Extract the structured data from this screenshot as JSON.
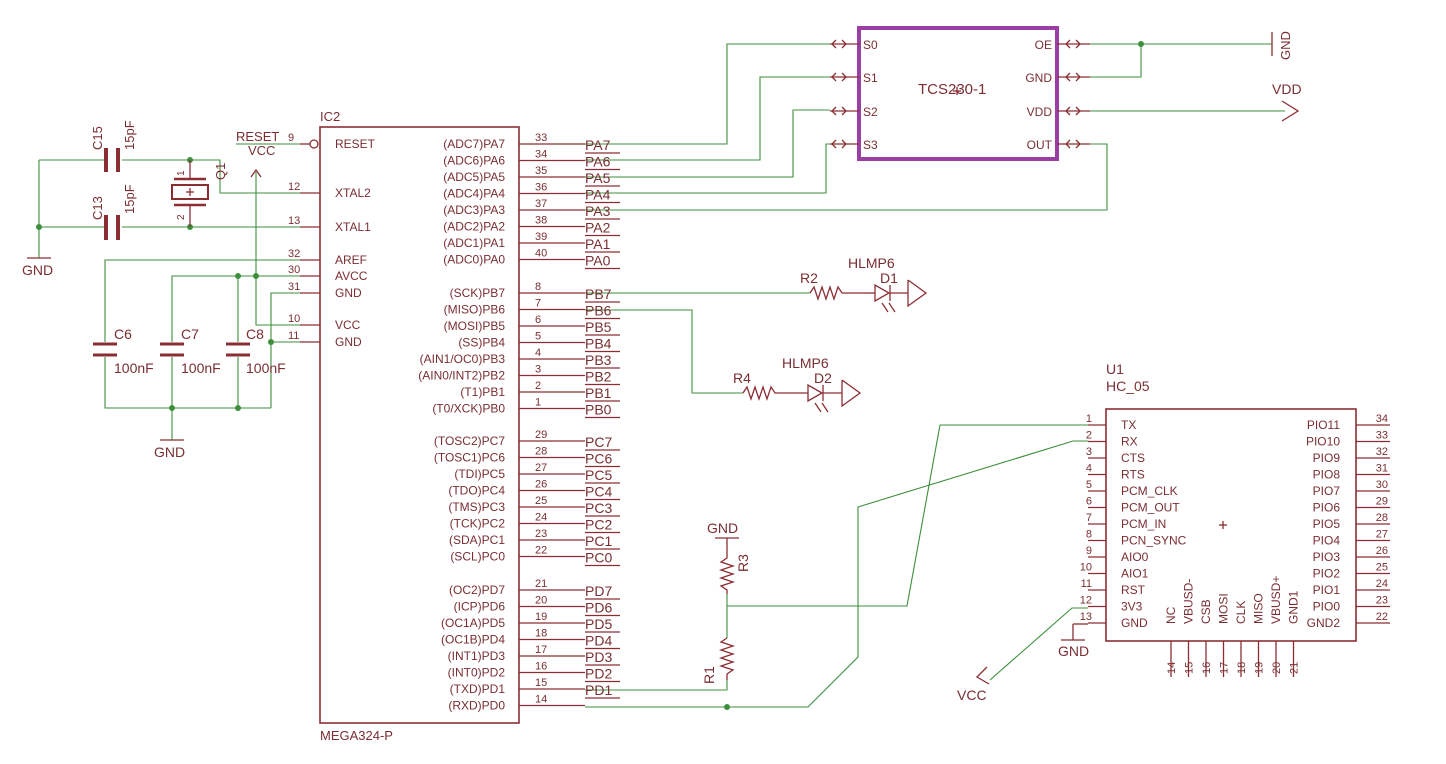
{
  "ic2": {
    "name": "IC2",
    "value": "MEGA324-P",
    "left_pins": [
      {
        "num": "9",
        "label": "RESET"
      },
      {
        "num": "12",
        "label": "XTAL2"
      },
      {
        "num": "13",
        "label": "XTAL1"
      },
      {
        "num": "32",
        "label": "AREF"
      },
      {
        "num": "30",
        "label": "AVCC"
      },
      {
        "num": "31",
        "label": "GND"
      },
      {
        "num": "10",
        "label": "VCC"
      },
      {
        "num": "11",
        "label": "GND"
      }
    ],
    "right_pins": [
      {
        "num": "33",
        "label": "(ADC7)PA7",
        "net": "PA7"
      },
      {
        "num": "34",
        "label": "(ADC6)PA6",
        "net": "PA6"
      },
      {
        "num": "35",
        "label": "(ADC5)PA5",
        "net": "PA5"
      },
      {
        "num": "36",
        "label": "(ADC4)PA4",
        "net": "PA4"
      },
      {
        "num": "37",
        "label": "(ADC3)PA3",
        "net": "PA3"
      },
      {
        "num": "38",
        "label": "(ADC2)PA2",
        "net": "PA2"
      },
      {
        "num": "39",
        "label": "(ADC1)PA1",
        "net": "PA1"
      },
      {
        "num": "40",
        "label": "(ADC0)PA0",
        "net": "PA0"
      },
      {
        "num": "8",
        "label": "(SCK)PB7",
        "net": "PB7"
      },
      {
        "num": "7",
        "label": "(MISO)PB6",
        "net": "PB6"
      },
      {
        "num": "6",
        "label": "(MOSI)PB5",
        "net": "PB5"
      },
      {
        "num": "5",
        "label": "(SS)PB4",
        "net": "PB4"
      },
      {
        "num": "4",
        "label": "(AIN1/OC0)PB3",
        "net": "PB3"
      },
      {
        "num": "3",
        "label": "(AIN0/INT2)PB2",
        "net": "PB2"
      },
      {
        "num": "2",
        "label": "(T1)PB1",
        "net": "PB1"
      },
      {
        "num": "1",
        "label": "(T0/XCK)PB0",
        "net": "PB0"
      },
      {
        "num": "29",
        "label": "(TOSC2)PC7",
        "net": "PC7"
      },
      {
        "num": "28",
        "label": "(TOSC1)PC6",
        "net": "PC6"
      },
      {
        "num": "27",
        "label": "(TDI)PC5",
        "net": "PC5"
      },
      {
        "num": "26",
        "label": "(TDO)PC4",
        "net": "PC4"
      },
      {
        "num": "25",
        "label": "(TMS)PC3",
        "net": "PC3"
      },
      {
        "num": "24",
        "label": "(TCK)PC2",
        "net": "PC2"
      },
      {
        "num": "23",
        "label": "(SDA)PC1",
        "net": "PC1"
      },
      {
        "num": "22",
        "label": "(SCL)PC0",
        "net": "PC0"
      },
      {
        "num": "21",
        "label": "(OC2)PD7",
        "net": "PD7"
      },
      {
        "num": "20",
        "label": "(ICP)PD6",
        "net": "PD6"
      },
      {
        "num": "19",
        "label": "(OC1A)PD5",
        "net": "PD5"
      },
      {
        "num": "18",
        "label": "(OC1B)PD4",
        "net": "PD4"
      },
      {
        "num": "17",
        "label": "(INT1)PD3",
        "net": "PD3"
      },
      {
        "num": "16",
        "label": "(INT0)PD2",
        "net": "PD2"
      },
      {
        "num": "15",
        "label": "(TXD)PD1",
        "net": "PD1"
      },
      {
        "num": "14",
        "label": "(RXD)PD0",
        "net": ""
      }
    ],
    "reset_net": "RESET",
    "vcc_net": "VCC"
  },
  "sensor": {
    "name": "TCS230-1",
    "left_pins": [
      "S0",
      "S1",
      "S2",
      "S3"
    ],
    "right_pins": [
      "OE",
      "GND",
      "VDD",
      "OUT"
    ],
    "gnd_label": "GND",
    "vdd_label": "VDD"
  },
  "bt": {
    "name": "U1",
    "value": "HC_05",
    "left_pins": [
      {
        "num": "1",
        "label": "TX"
      },
      {
        "num": "2",
        "label": "RX"
      },
      {
        "num": "3",
        "label": "CTS"
      },
      {
        "num": "4",
        "label": "RTS"
      },
      {
        "num": "5",
        "label": "PCM_CLK"
      },
      {
        "num": "6",
        "label": "PCM_OUT"
      },
      {
        "num": "7",
        "label": "PCM_IN"
      },
      {
        "num": "8",
        "label": "PCN_SYNC"
      },
      {
        "num": "9",
        "label": "AIO0"
      },
      {
        "num": "10",
        "label": "AIO1"
      },
      {
        "num": "11",
        "label": "RST"
      },
      {
        "num": "12",
        "label": "3V3"
      },
      {
        "num": "13",
        "label": "GND"
      }
    ],
    "right_pins": [
      {
        "num": "34",
        "label": "PIO11"
      },
      {
        "num": "33",
        "label": "PIO10"
      },
      {
        "num": "32",
        "label": "PIO9"
      },
      {
        "num": "31",
        "label": "PIO8"
      },
      {
        "num": "30",
        "label": "PIO7"
      },
      {
        "num": "29",
        "label": "PIO6"
      },
      {
        "num": "28",
        "label": "PIO5"
      },
      {
        "num": "27",
        "label": "PIO4"
      },
      {
        "num": "26",
        "label": "PIO3"
      },
      {
        "num": "25",
        "label": "PIO2"
      },
      {
        "num": "24",
        "label": "PIO1"
      },
      {
        "num": "23",
        "label": "PIO0"
      },
      {
        "num": "22",
        "label": "GND2"
      }
    ],
    "bottom_pins": [
      {
        "num": "14",
        "label": "NC"
      },
      {
        "num": "15",
        "label": "VBUSD-"
      },
      {
        "num": "16",
        "label": "CSB"
      },
      {
        "num": "17",
        "label": "MOSI"
      },
      {
        "num": "18",
        "label": "CLK"
      },
      {
        "num": "19",
        "label": "MISO"
      },
      {
        "num": "20",
        "label": "VBUSD+"
      },
      {
        "num": "21",
        "label": "GND1"
      }
    ],
    "gnd_label": "GND",
    "vcc_label": "VCC"
  },
  "parts": {
    "C15": {
      "name": "C15",
      "value": "15pF"
    },
    "C13": {
      "name": "C13",
      "value": "15pF"
    },
    "Q1": {
      "name": "Q1",
      "pin1": "1",
      "pin2": "2"
    },
    "C6": {
      "name": "C6",
      "value": "100nF"
    },
    "C7": {
      "name": "C7",
      "value": "100nF"
    },
    "C8": {
      "name": "C8",
      "value": "100nF"
    },
    "R2": {
      "name": "R2"
    },
    "D1": {
      "name": "D1",
      "value": "HLMP6"
    },
    "R4": {
      "name": "R4"
    },
    "D2": {
      "name": "D2",
      "value": "HLMP6"
    },
    "R3": {
      "name": "R3"
    },
    "R1": {
      "name": "R1"
    }
  },
  "grounds": {
    "left": "GND",
    "caps": "GND",
    "r3": "GND"
  }
}
